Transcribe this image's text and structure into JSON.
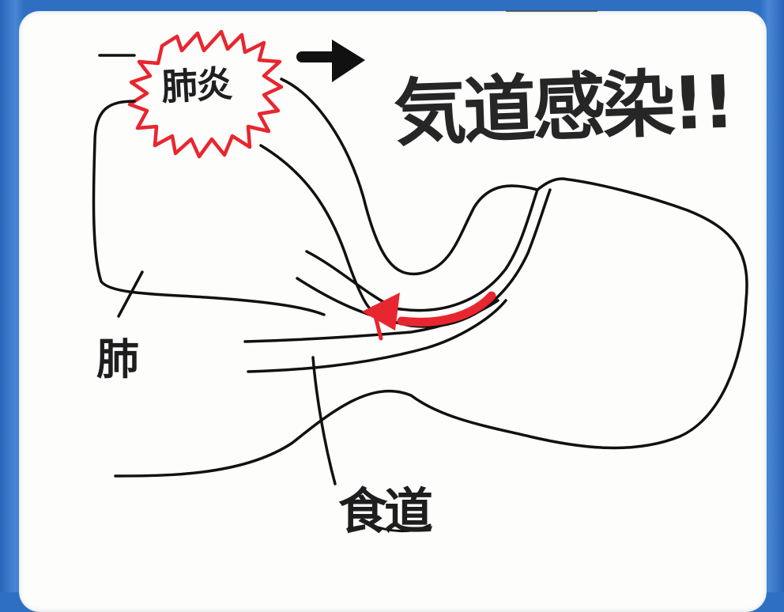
{
  "labels": {
    "pneumonia": "肺炎",
    "infection": "気道感染!!",
    "lung": "肺",
    "esophagus": "食道"
  },
  "colors": {
    "frame": "#2f6fc2",
    "paper": "#fdfdfb",
    "ink": "#1a1a1a",
    "burst_outline": "#e8262f",
    "arrow_red": "#e8262f"
  },
  "icons": [
    "burst-icon",
    "right-arrow-icon",
    "reflux-arrow-icon"
  ]
}
